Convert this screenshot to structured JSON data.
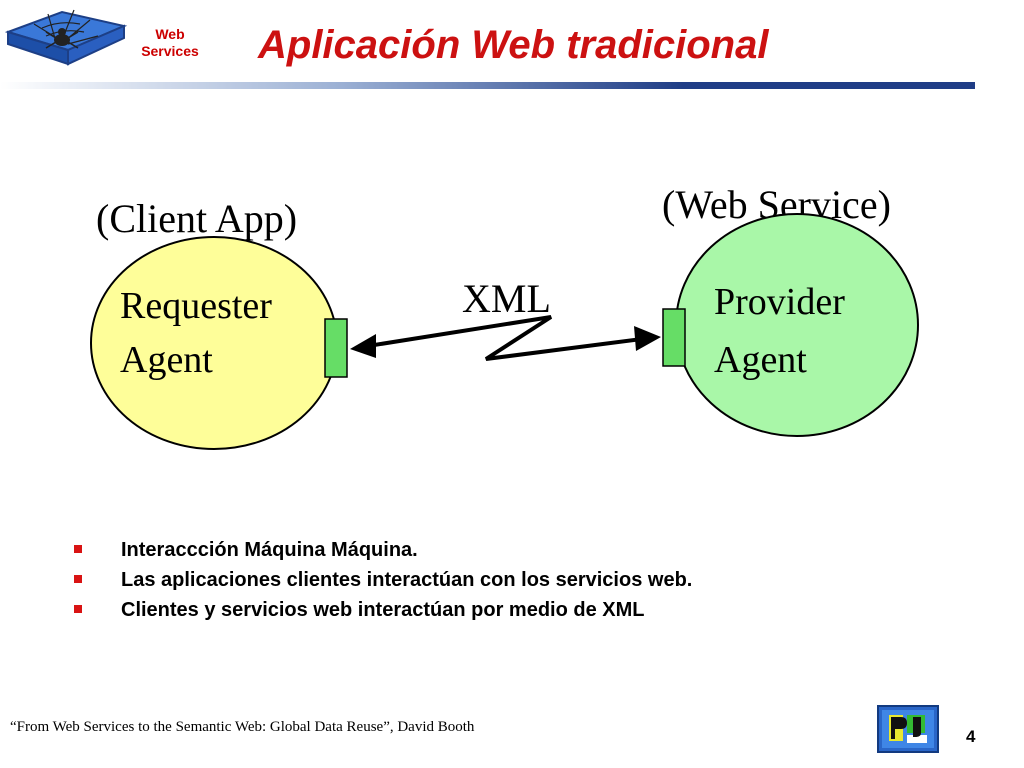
{
  "header": {
    "logo_line1": "Web",
    "logo_line2": "Services",
    "title": "Aplicación Web tradicional"
  },
  "diagram": {
    "client_caption": "(Client App)",
    "client_line1": "Requester",
    "client_line2": "Agent",
    "service_caption": "(Web Service)",
    "service_line1": "Provider",
    "service_line2": "Agent",
    "link_label": "XML",
    "colors": {
      "client_fill": "#fefe99",
      "service_fill": "#a9f7a8",
      "connector_fill": "#66dd66"
    }
  },
  "bullets": [
    "Interaccción Máquina Máquina.",
    "Las aplicaciones clientes interactúan con los servicios web.",
    "Clientes y servicios web interactúan por medio de XML"
  ],
  "footer": {
    "citation": "“From Web Services to the Semantic Web: Global Data Reuse”, David Booth",
    "page_number": "4"
  }
}
